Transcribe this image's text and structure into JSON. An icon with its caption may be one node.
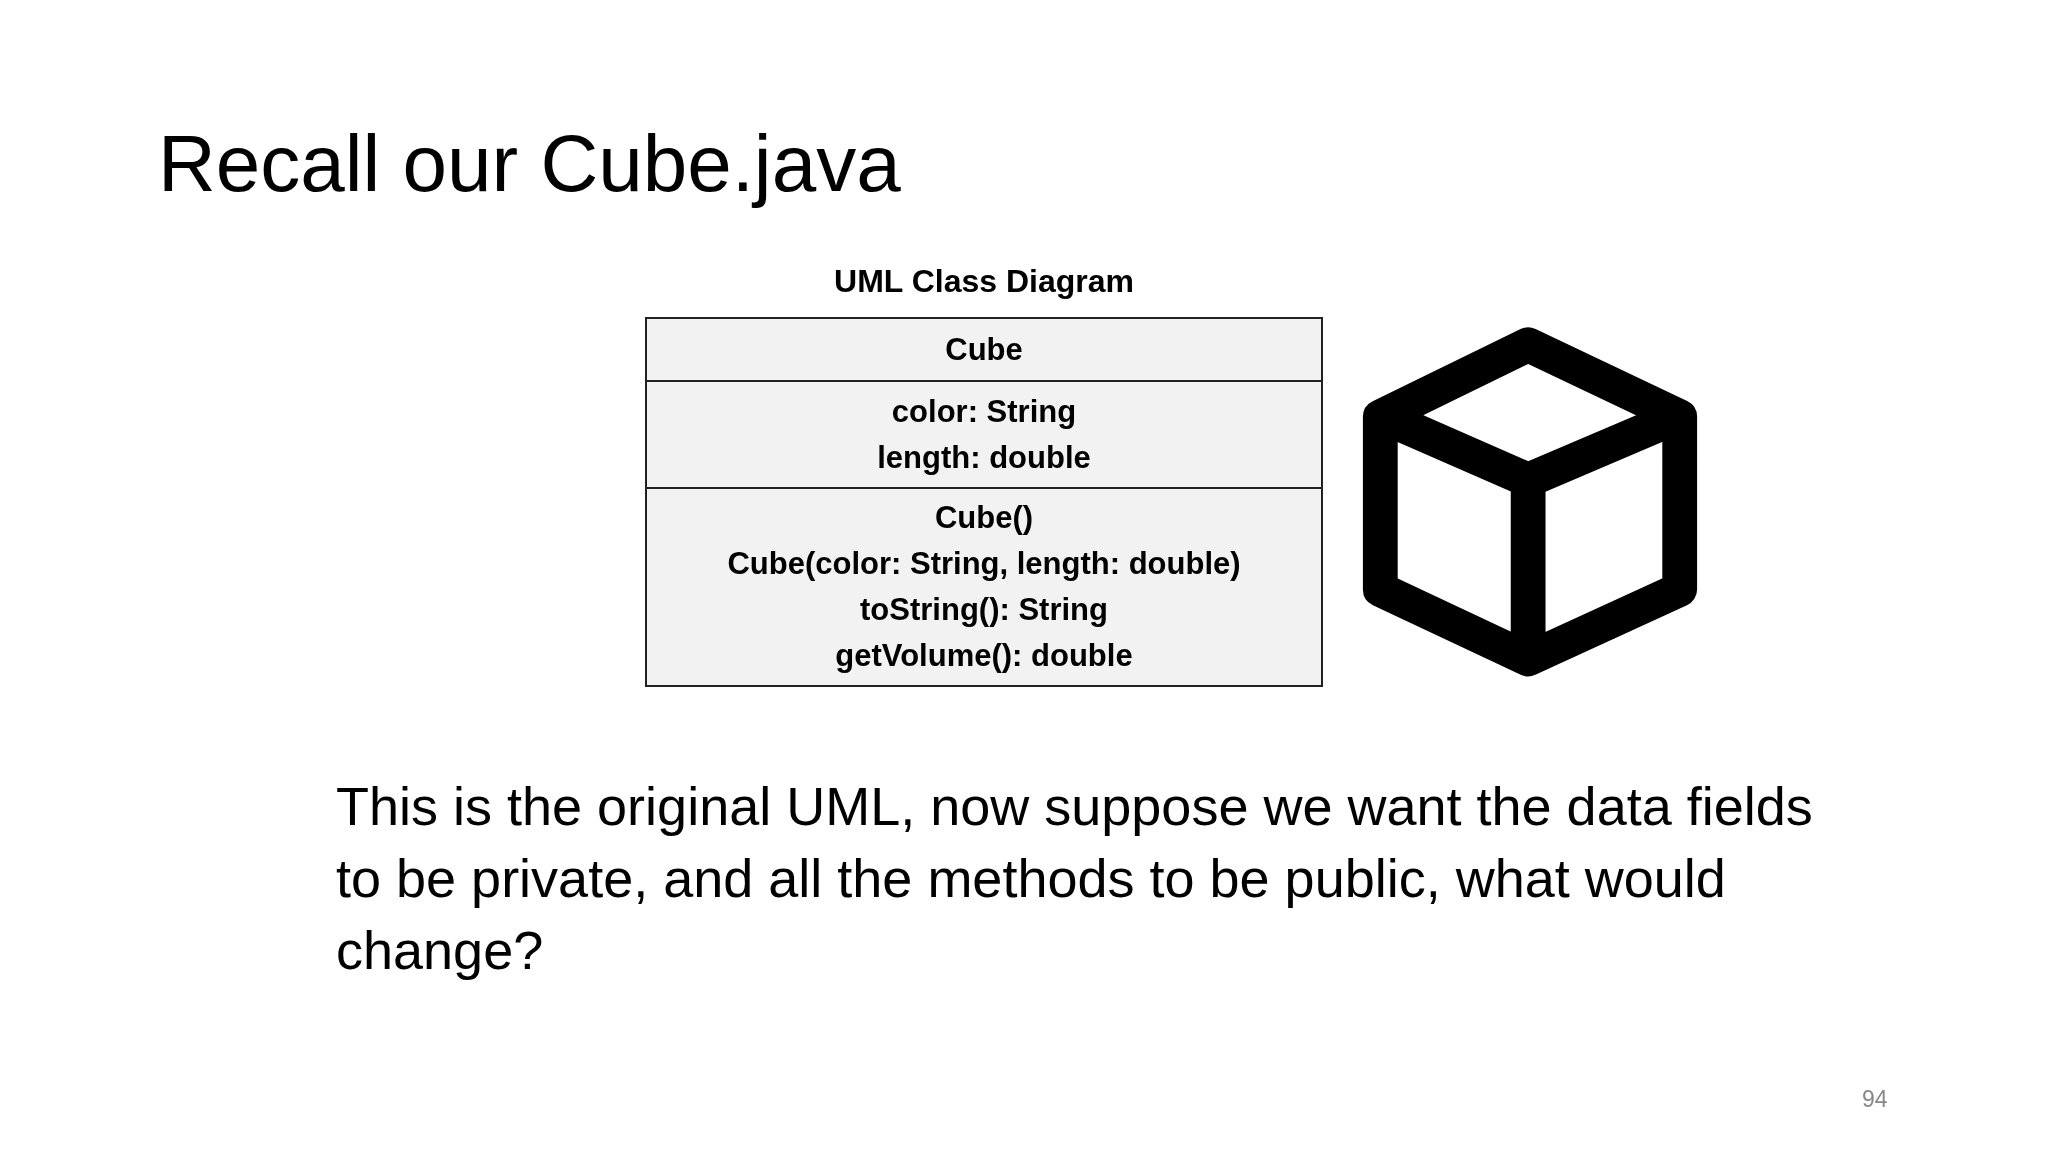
{
  "diagram": {
    "title": "Recall our Cube.java",
    "nodes": [
      {
        "text": [
          "UML Class Diagram"
        ]
      },
      {
        "text": [
          "Cube"
        ],
        "in": 0
      },
      {
        "text": [
          "color: String",
          "length: double"
        ],
        "in": 0
      },
      {
        "text": [
          "Cube()",
          "Cube(color: String, length: double)",
          "toString(): String",
          "getVolume(): double"
        ],
        "in": 0
      }
    ],
    "labels": [
      "This is the original UML, now suppose we want the data fields to be private, and all the methods to be public, what would change?",
      "94"
    ]
  }
}
